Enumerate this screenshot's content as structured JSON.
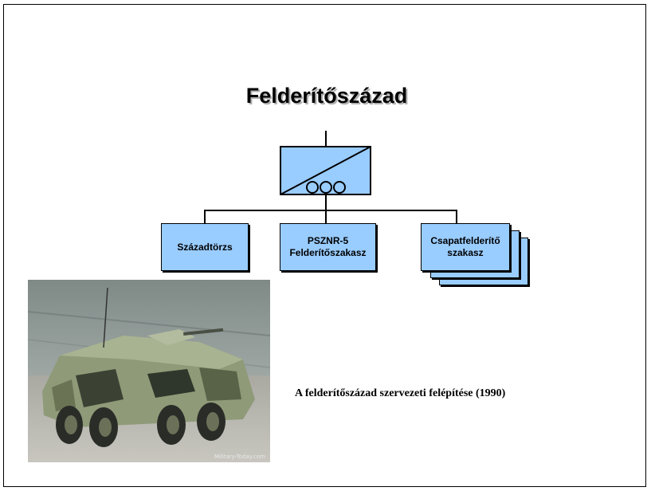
{
  "slide": {
    "title": "Felderítőszázad",
    "caption": "A felderítőszázad szervezeti felépítése (1990)"
  },
  "org_chart": {
    "headquarters_symbol": "company-unit-symbol",
    "units": [
      {
        "label": "Századtörzs"
      },
      {
        "label": "PSZNR-5\nFelderítőszakasz"
      },
      {
        "label": "Csapatfelderítő\nszakasz",
        "stacked": 3
      }
    ]
  },
  "photo": {
    "watermark": "Military-Today.com"
  },
  "colors": {
    "box_fill": "#99ccff",
    "line": "#000000"
  }
}
